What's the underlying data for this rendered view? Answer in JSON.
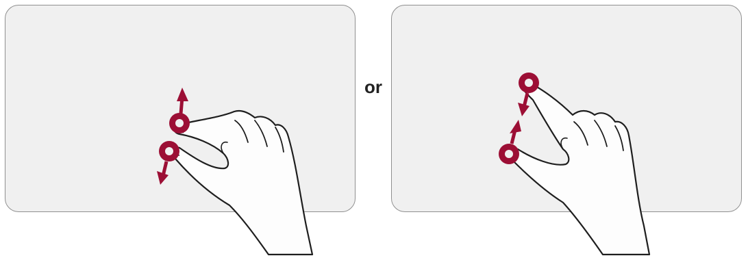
{
  "separator": {
    "text": "or"
  },
  "colors": {
    "touchpad_fill": "#f0f0f0",
    "touchpad_border": "#8f8f8f",
    "skin": "#fdfdfd",
    "outline": "#1e1e1e",
    "touch_accent": "#9c0f35"
  },
  "gestures": [
    {
      "name": "pinch-out-thumb-and-index",
      "icons": [
        "hand-icon",
        "touch-point-icon",
        "arrow-up-icon",
        "arrow-down-icon"
      ]
    },
    {
      "name": "pinch-in-thumb-and-index",
      "icons": [
        "hand-icon",
        "touch-point-icon",
        "arrow-down-icon",
        "arrow-up-icon"
      ]
    }
  ]
}
